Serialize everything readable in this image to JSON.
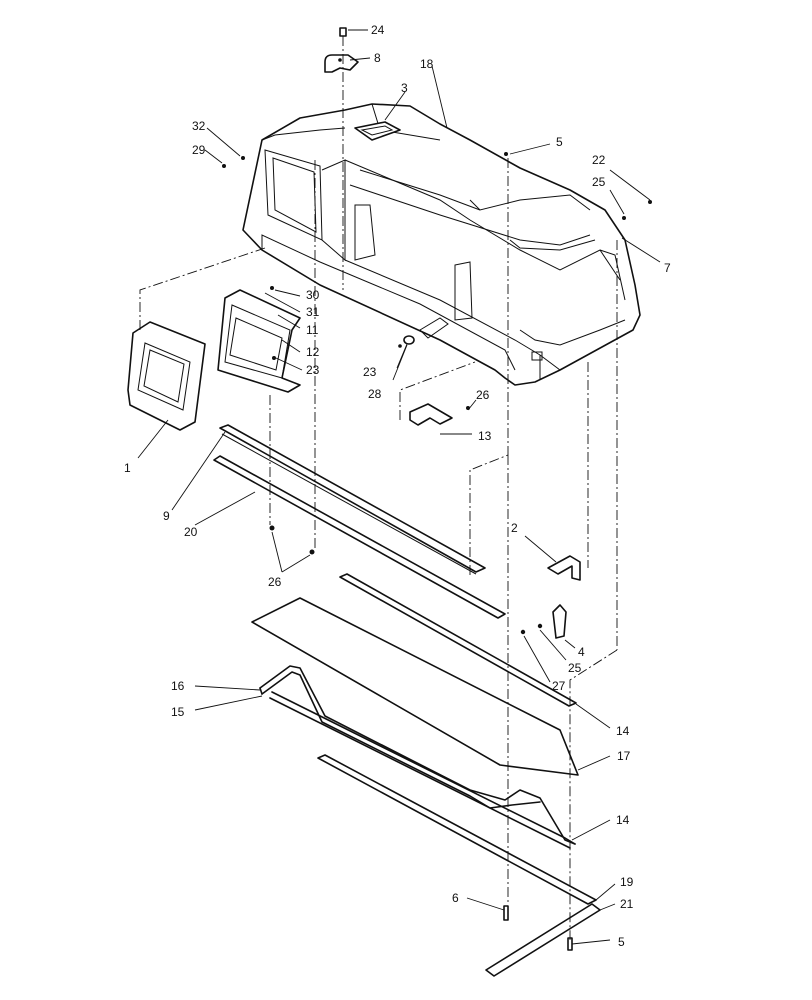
{
  "callouts": {
    "c1": "1",
    "c2": "2",
    "c3": "3",
    "c4": "4",
    "c5a": "5",
    "c5b": "5",
    "c6": "6",
    "c7": "7",
    "c8": "8",
    "c9": "9",
    "c11": "11",
    "c12": "12",
    "c13": "13",
    "c14a": "14",
    "c14b": "14",
    "c15": "15",
    "c16": "16",
    "c17": "17",
    "c18": "18",
    "c19": "19",
    "c20": "20",
    "c21": "21",
    "c22": "22",
    "c23a": "23",
    "c23b": "23",
    "c24": "24",
    "c25a": "25",
    "c25b": "25",
    "c26a": "26",
    "c26b": "26",
    "c27": "27",
    "c28": "28",
    "c29": "29",
    "c30": "30",
    "c31": "31",
    "c32": "32"
  }
}
